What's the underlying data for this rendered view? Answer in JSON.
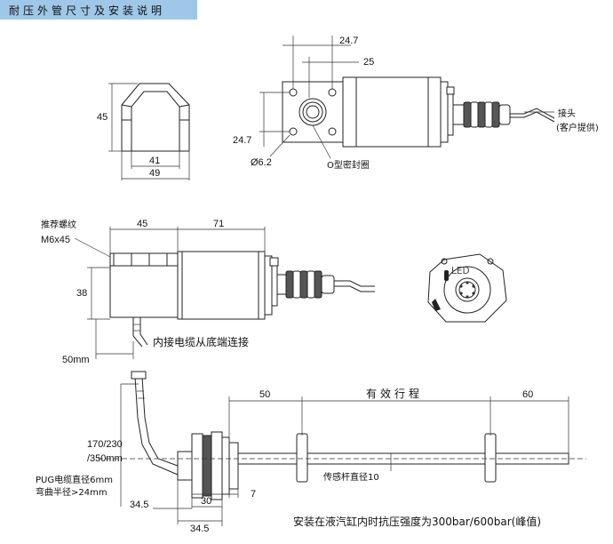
{
  "header": {
    "title": "耐压外管尺寸及安装说明"
  },
  "top_view": {
    "dim_height": "45",
    "dim_inner_width": "41",
    "dim_outer_width": "49"
  },
  "flange_view": {
    "dim_top": "24.7",
    "dim_25": "25",
    "dim_left": "24.7",
    "hole_label": "Ø6.2",
    "oring_label": "O型密封圈",
    "connector_label_1": "接头",
    "connector_label_2": "(客户提供)"
  },
  "side_view": {
    "thread_label_1": "推荐螺纹",
    "thread_label_2": "M6x45",
    "dim_45": "45",
    "dim_71": "71",
    "dim_38": "38",
    "dim_50mm": "50mm",
    "caption": "内接电缆从底端连接"
  },
  "end_view": {
    "led_label": "LED"
  },
  "rod_view": {
    "dim_50": "50",
    "stroke_label": "有效行程",
    "dim_60": "60",
    "cable_len_1": "170/230",
    "cable_len_2": "/350mm",
    "pug_note_1": "PUG电缆直径6mm",
    "pug_note_2": "弯曲半径>24mm",
    "rod_diameter": "传感杆直径10",
    "dim_7": "7",
    "dim_34_5_a": "34.5",
    "dim_30": "30",
    "dim_34_5_b": "34.5",
    "pressure_note": "安装在液汽缸内时抗压强度为300bar/600bar(峰值)"
  }
}
